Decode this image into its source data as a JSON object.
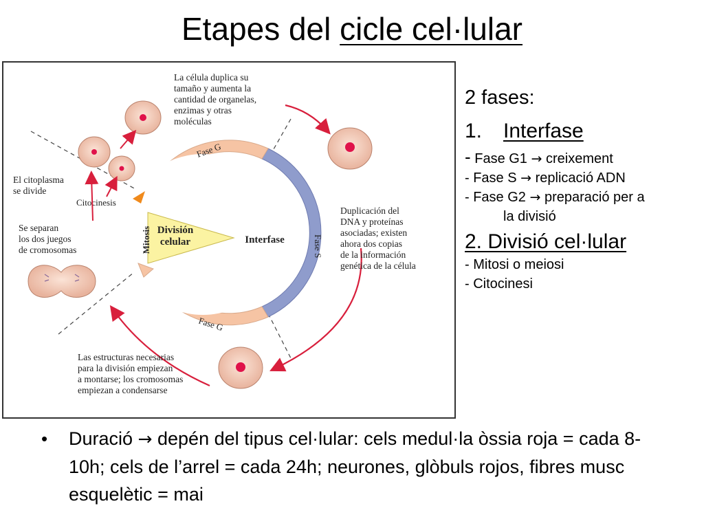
{
  "slide": {
    "title_prefix": "Etapes del ",
    "title_underlined": "cicle cel·lular"
  },
  "figure": {
    "center_label_l1": "División",
    "center_label_l2": "celular",
    "interfase_label": "Interfase",
    "mitosis_label": "Mitosis",
    "fase_g_top": "Fase G",
    "fase_g_bottom": "Fase G",
    "fase_s": "Fase S",
    "citocinesis": "Citocinesis",
    "note_top": [
      "La célula duplica su",
      "tamaño y aumenta la",
      "cantidad de organelas,",
      "enzimas y otras",
      "moléculas"
    ],
    "note_right": [
      "Duplicación del",
      "DNA y proteínas",
      "asociadas; existen",
      "ahora dos copias",
      "de la información",
      "genética de la célula"
    ],
    "note_left_top": [
      "El citoplasma",
      "se divide"
    ],
    "note_left_mid": [
      "Se separan",
      "los dos juegos",
      "de cromosomas"
    ],
    "note_bottom": [
      "Las estructuras necesarias",
      "para la división empiezan",
      "a montarse; los cromosomas",
      "empiezan a condensarse"
    ],
    "colors": {
      "cell_fill": "#f2c9b6",
      "nucleus": "#e0124a",
      "arrow": "#d81f3c",
      "fase_s_band": "#8f9ccc",
      "fase_g_band": "#f6c4a4",
      "mitosis_band": "#f08a1c",
      "wedge": "#fbf3a2"
    }
  },
  "right_panel": {
    "fases_count": "2 fases:",
    "item1_num": "1.",
    "item1_label": "Interfase",
    "g1_text": " Fase G1 ",
    "g1_after": " creixement",
    "s_text": "- Fase S ",
    "s_after": " replicació ADN",
    "g2_text": "- Fase G2 ",
    "g2_after": " preparació per a",
    "g2_cont": "la divisió",
    "item2_label": "2. Divisió cel·lular",
    "mitosi": "- Mitosi o meiosi",
    "citocinesi": "- Citocinesi",
    "arrow_glyph": "→",
    "dash": "-"
  },
  "bottom_bullet": {
    "bullet": "•",
    "lead": "Duració ",
    "arrow": "→",
    "text": " depén del tipus cel·lular: cels medul·la òssia roja = cada 8-10h; cels de l’arrel = cada 24h; neurones, glòbuls rojos, fibres musc esquelètic = mai"
  }
}
